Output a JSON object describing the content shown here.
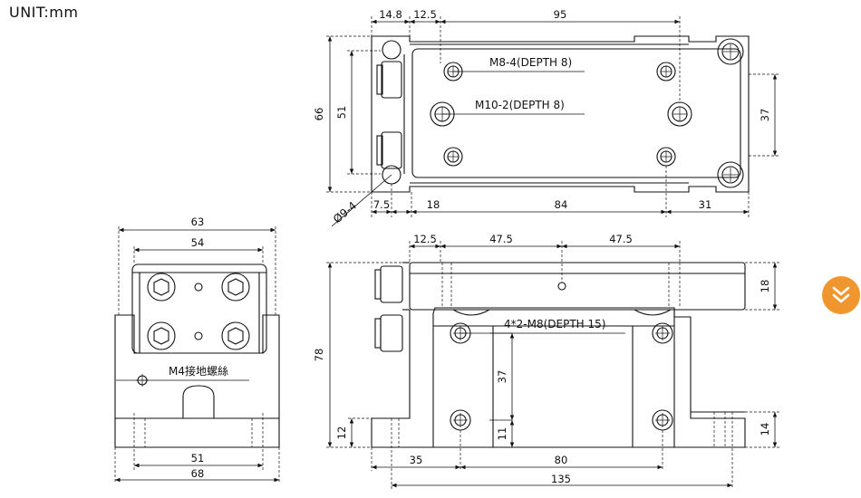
{
  "unit_label": "UNIT:mm",
  "top_view": {
    "dims": {
      "w1": "14.8",
      "w2": "12.5",
      "w3": "95",
      "h66": "66",
      "h51": "51",
      "h37": "37",
      "b1": "7.5",
      "b2": "18",
      "b3": "84",
      "b4": "31"
    },
    "callouts": {
      "m8": "M8-4(DEPTH 8)",
      "m10": "M10-2(DEPTH 8)",
      "hole": "Ø9-4"
    }
  },
  "side_view": {
    "dims": {
      "w63": "63",
      "w54": "54",
      "w51": "51",
      "w68": "68"
    },
    "callouts": {
      "ground": "M4接地螺絲"
    }
  },
  "front_view": {
    "dims": {
      "t1": "12.5",
      "t2": "47.5",
      "t3": "47.5",
      "h78": "78",
      "h18": "18",
      "h37": "37",
      "h12": "12",
      "h11": "11",
      "h14": "14",
      "b35": "35",
      "b80": "80",
      "b135": "135"
    },
    "callouts": {
      "m8": "4*2-M8(DEPTH 15)"
    }
  },
  "colors": {
    "line": "#111111",
    "accent": "#f0962e",
    "background": "#ffffff"
  },
  "icons": {
    "next": "double-chevron-down-icon"
  }
}
